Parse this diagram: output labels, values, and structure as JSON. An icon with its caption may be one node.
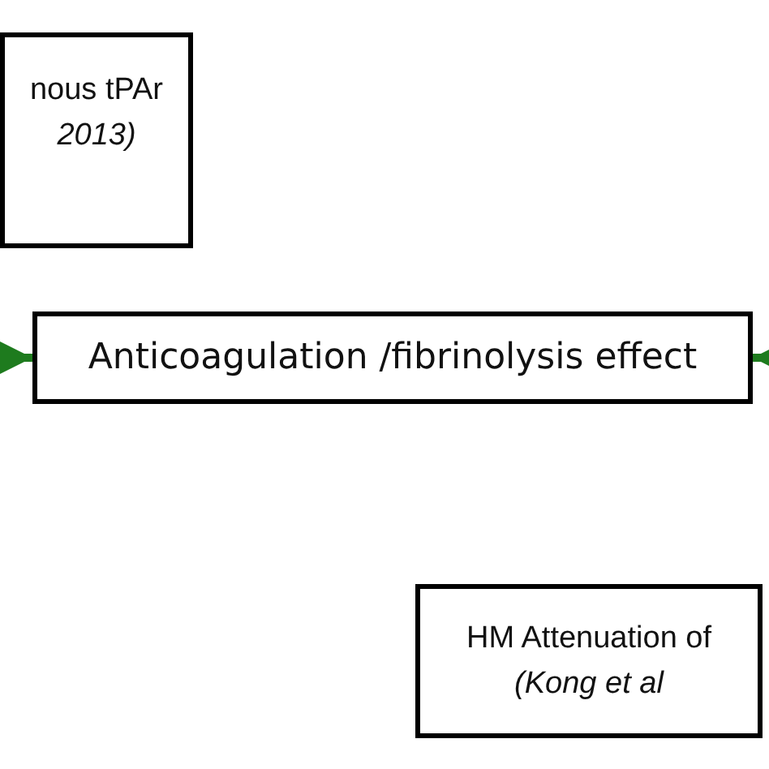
{
  "diagram": {
    "nodes": [
      {
        "text": [
          "nous tPAr",
          "2013)"
        ]
      },
      {
        "text": [
          "Anticoagulation /fibrinolysis effect"
        ]
      },
      {
        "text": [
          "HM Attenuation of",
          "(Kong et al"
        ]
      }
    ],
    "edges": [
      {
        "from": null,
        "to": 1,
        "arrow": "to",
        "color": "#1e7b1e"
      },
      {
        "from": null,
        "to": 1,
        "arrow": "to",
        "color": "#1e7b1e"
      }
    ]
  }
}
